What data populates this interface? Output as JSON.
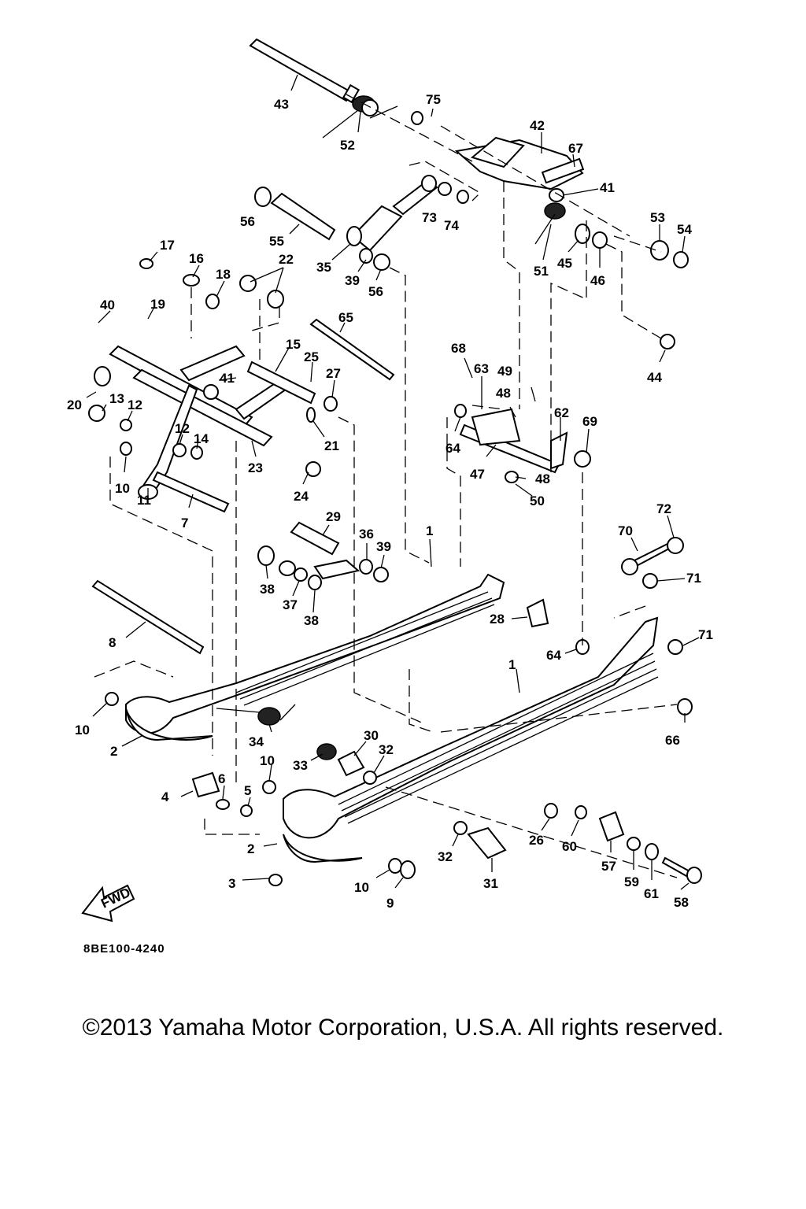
{
  "diagram": {
    "code": "8BE100-4240",
    "fwd_label": "FWD",
    "copyright": "©2013 Yamaha Motor Corporation, U.S.A. All rights reserved.",
    "callouts": [
      "43",
      "52",
      "75",
      "42",
      "67",
      "41",
      "53",
      "54",
      "56",
      "55",
      "35",
      "39",
      "56",
      "73",
      "74",
      "51",
      "45",
      "46",
      "17",
      "16",
      "22",
      "18",
      "40",
      "19",
      "65",
      "44",
      "15",
      "25",
      "27",
      "41",
      "20",
      "13",
      "12",
      "12",
      "14",
      "21",
      "68",
      "63",
      "49",
      "48",
      "62",
      "69",
      "64",
      "47",
      "48",
      "50",
      "23",
      "24",
      "10",
      "11",
      "7",
      "29",
      "36",
      "39",
      "1",
      "72",
      "70",
      "71",
      "38",
      "37",
      "38",
      "28",
      "71",
      "8",
      "64",
      "1",
      "10",
      "2",
      "34",
      "30",
      "32",
      "10",
      "33",
      "4",
      "6",
      "5",
      "66",
      "2",
      "26",
      "60",
      "57",
      "3",
      "10",
      "9",
      "32",
      "31",
      "59",
      "61",
      "58"
    ]
  }
}
